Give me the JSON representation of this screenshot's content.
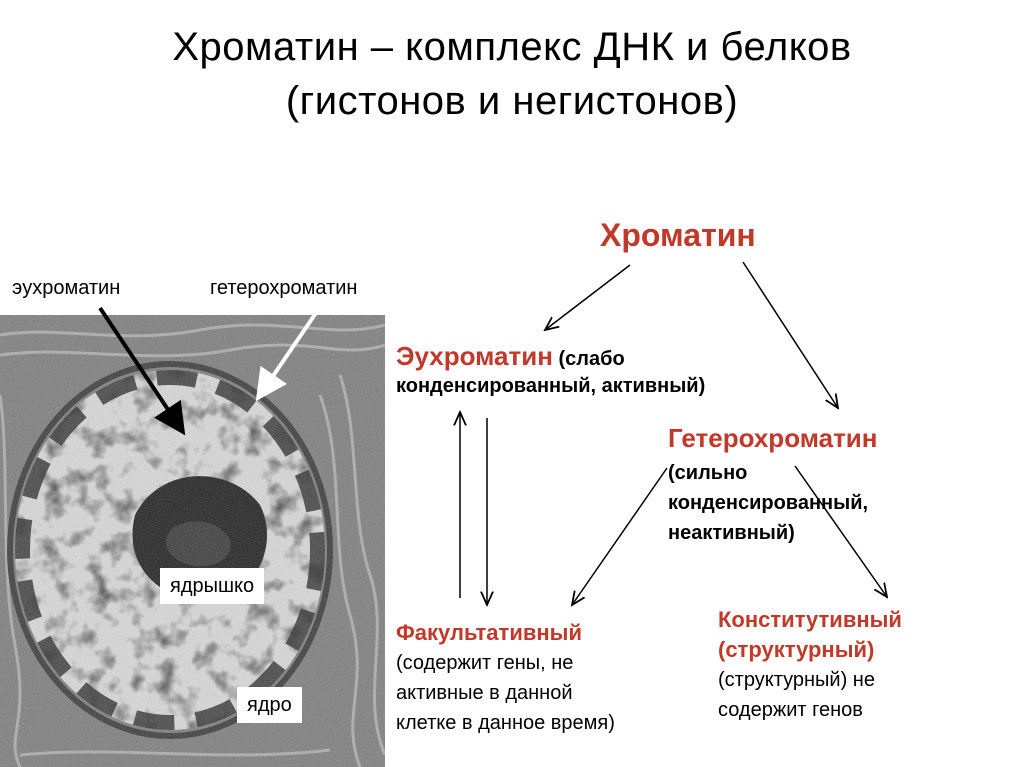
{
  "title": {
    "line1": "Хроматин – комплекс ДНК и белков",
    "line2": "(гистонов и негистонов)"
  },
  "micrograph": {
    "label_euchromatin": "эухроматин",
    "label_heterochromatin": "гетерохроматин",
    "label_nucleolus": "ядрышко",
    "label_nucleus": "ядро"
  },
  "tree": {
    "root": "Хроматин",
    "eu": {
      "name": "Эухроматин",
      "desc1": " (слабо",
      "desc2": "конденсированный, активный)"
    },
    "hetero": {
      "name": "Гетерохроматин",
      "desc1": "(сильно",
      "desc2": "конденсированный,",
      "desc3": "неактивный)"
    },
    "facultative": {
      "name": "Факультативный",
      "desc1": "(содержит гены, не",
      "desc2": "активные в данной",
      "desc3": "клетке в данное время)"
    },
    "constitutive": {
      "name1": "Конститутивный",
      "name2": "(структурный)",
      "desc1": "(структурный) не",
      "desc2": "содержит генов"
    }
  },
  "colors": {
    "accent": "#c0392b",
    "micro_dark": "#2a2a2a",
    "micro_light": "#d9d9d9"
  }
}
